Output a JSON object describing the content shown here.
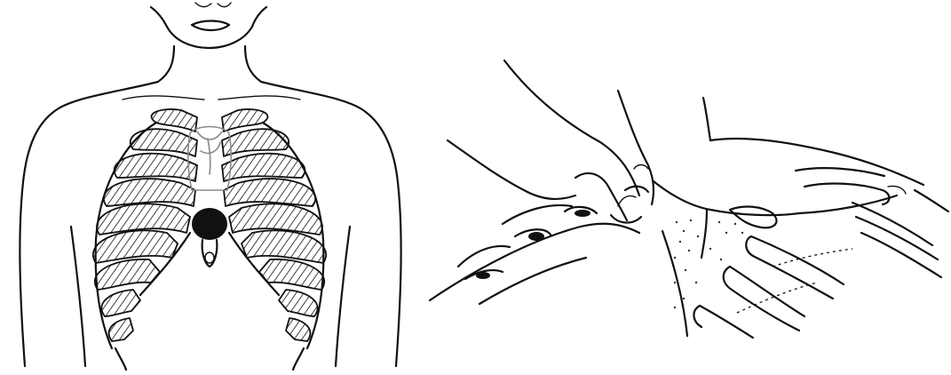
{
  "figures": [
    {
      "id": "left",
      "depicts": "chest",
      "icon": "chest-anatomy-icon"
    },
    {
      "id": "right",
      "depicts": "hands",
      "icon": "hands-compression-icon"
    }
  ],
  "colors": {
    "background": "#ffffff",
    "ink": "#111111",
    "gray_outline": "#8a8a8a",
    "landmark_fill": "#111111"
  }
}
